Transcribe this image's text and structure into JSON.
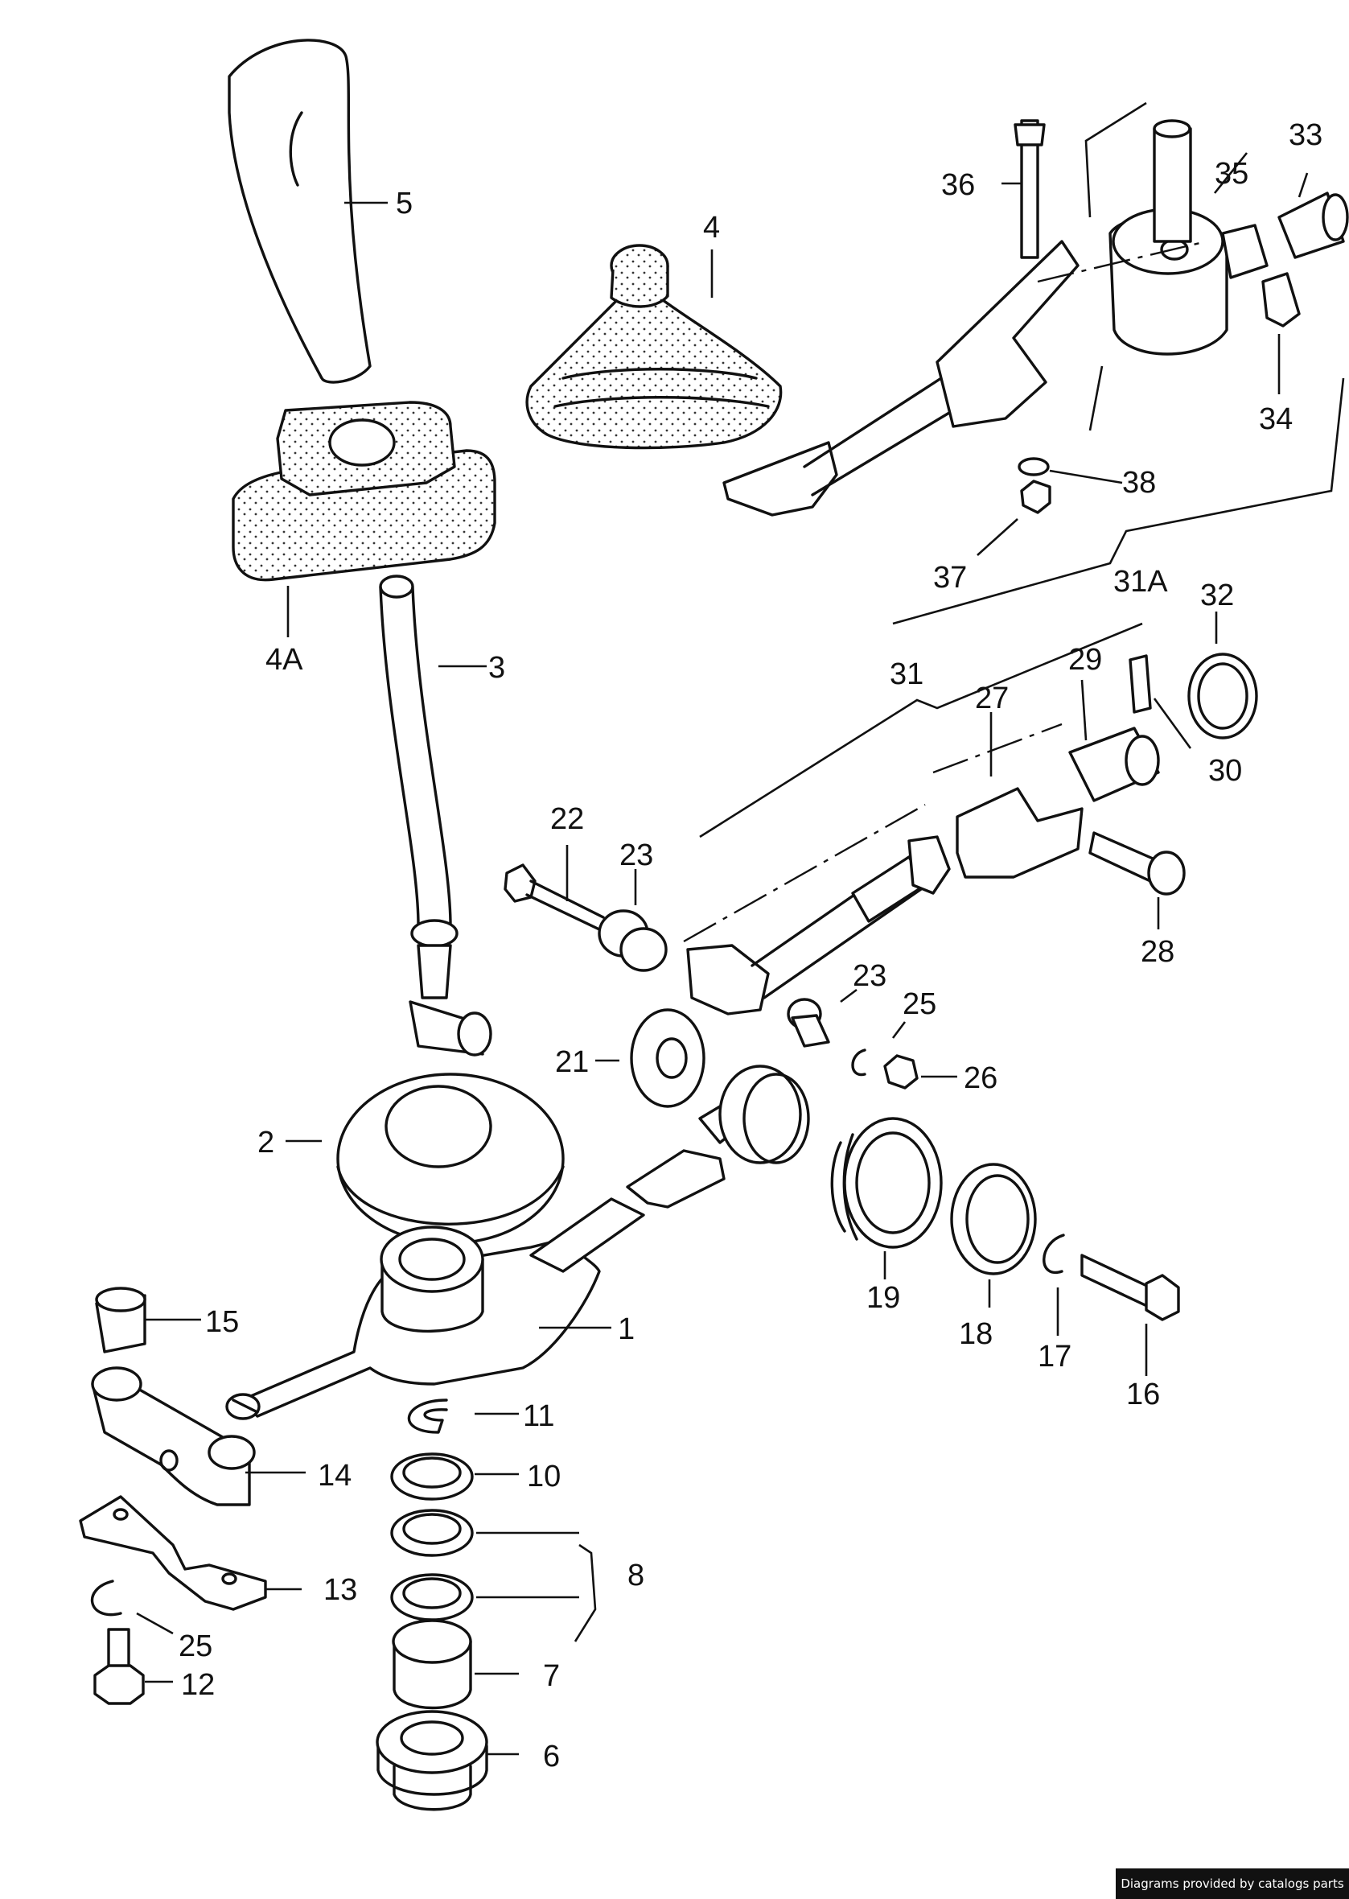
{
  "labels": {
    "l1": "1",
    "l2": "2",
    "l3": "3",
    "l4": "4",
    "l4a": "4A",
    "l5": "5",
    "l6": "6",
    "l7": "7",
    "l8": "8",
    "l10": "10",
    "l11": "11",
    "l12": "12",
    "l13": "13",
    "l14": "14",
    "l15": "15",
    "l16": "16",
    "l17": "17",
    "l18": "18",
    "l19": "19",
    "l21": "21",
    "l22": "22",
    "l23a": "23",
    "l23b": "23",
    "l25a": "25",
    "l25b": "25",
    "l26": "26",
    "l27": "27",
    "l28": "28",
    "l29": "29",
    "l30": "30",
    "l31": "31",
    "l31a": "31A",
    "l32": "32",
    "l33": "33",
    "l34": "34",
    "l35": "35",
    "l36": "36",
    "l37": "37",
    "l38": "38"
  },
  "credit": "Diagrams provided by catalogs parts"
}
